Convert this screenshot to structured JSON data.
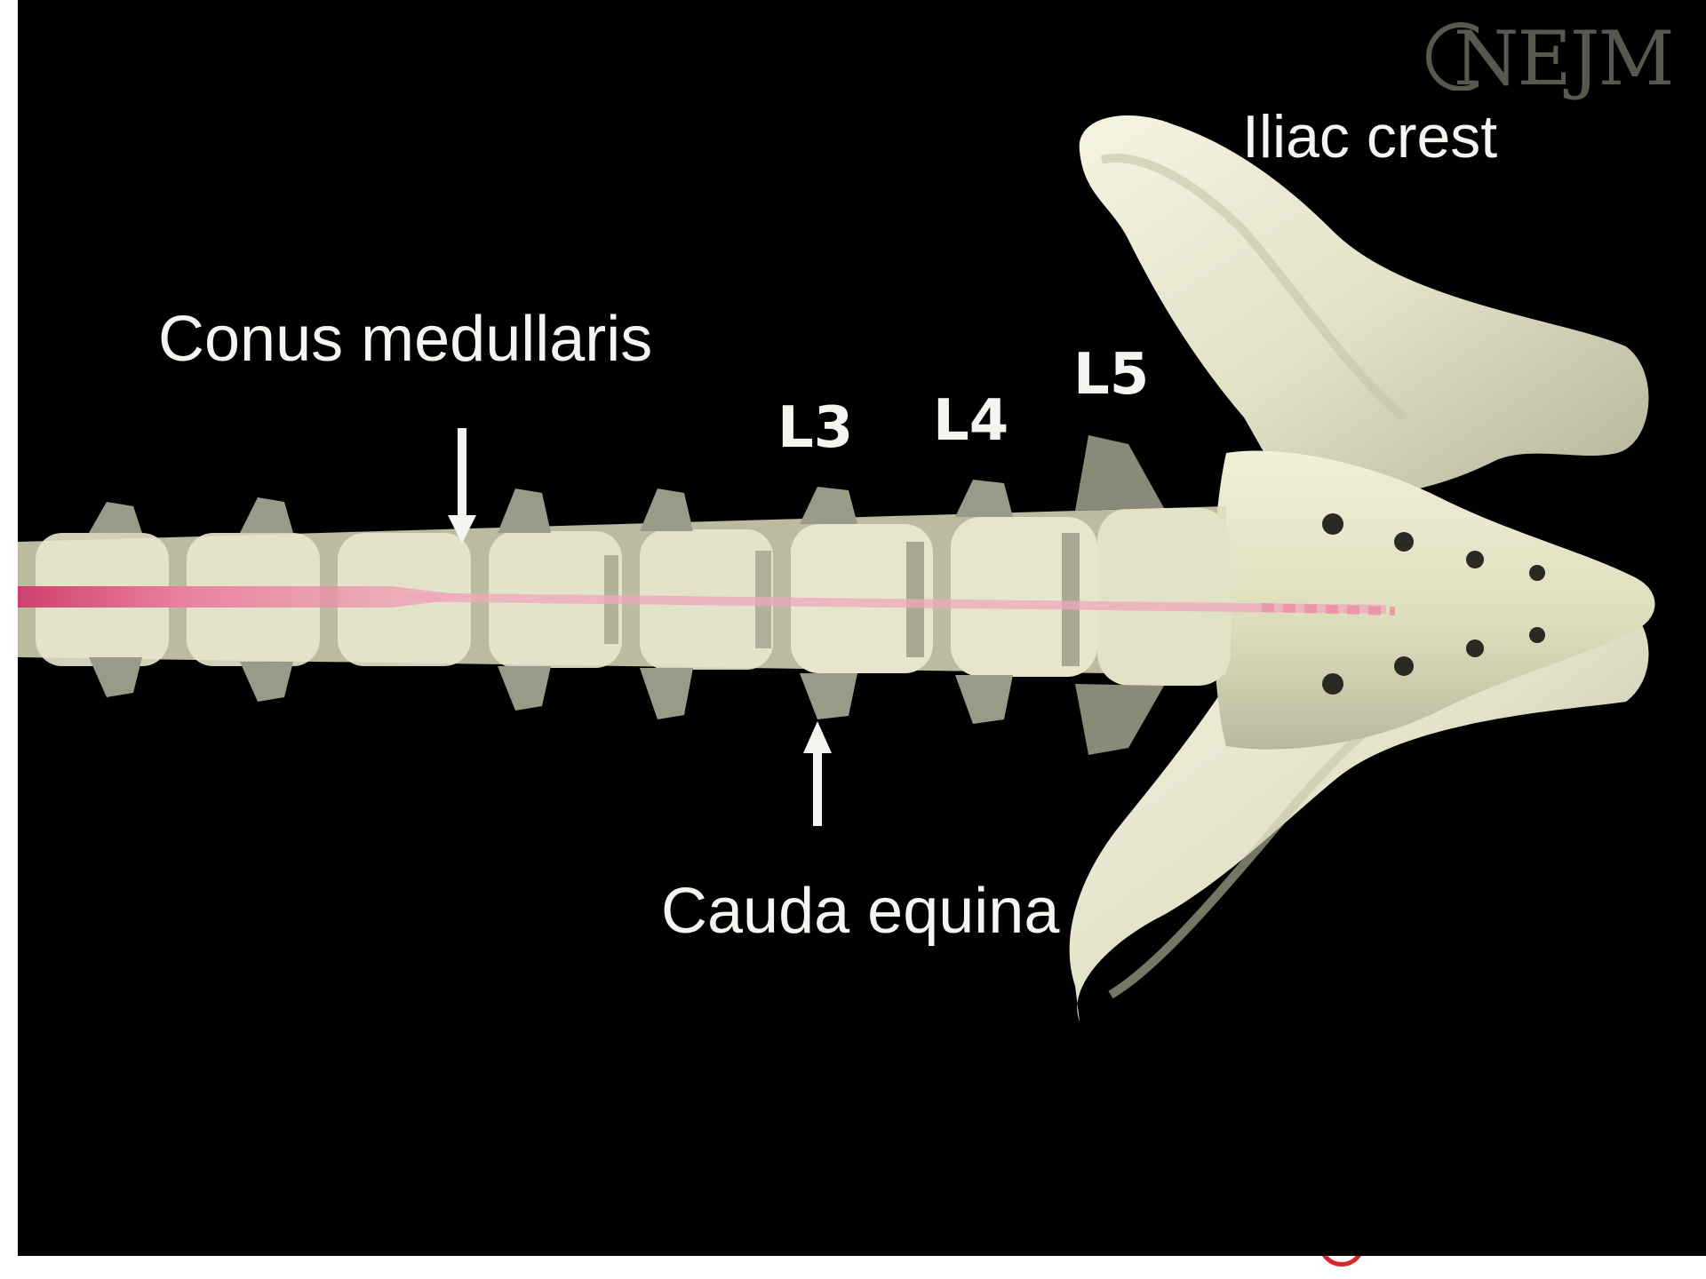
{
  "image": {
    "labels": {
      "conus": "Conus medullaris",
      "iliac": "Iliac crest",
      "cauda": "Cauda equina"
    },
    "levels": [
      "L3",
      "L4",
      "L5"
    ],
    "logo": "NEJM",
    "colors": {
      "background": "#000000",
      "bone": "#e6e6c6",
      "bone_shadow": "#9a9a88",
      "cord": "#e07a9a",
      "text": "#f4f4f0"
    }
  }
}
